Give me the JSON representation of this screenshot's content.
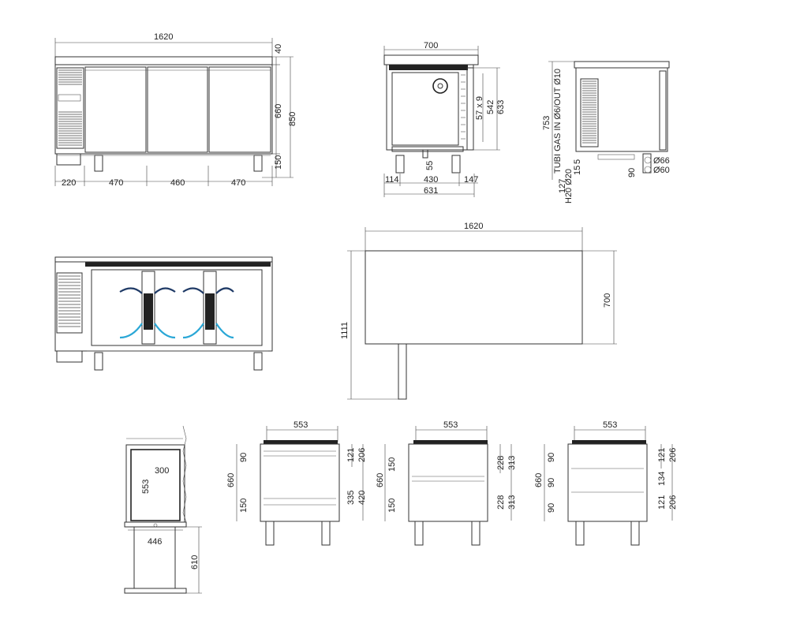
{
  "colors": {
    "line": "#333333",
    "air_warm": "#1f3a66",
    "air_cold": "#2aa7d6"
  },
  "front": {
    "overall_width": "1620",
    "top_h": "40",
    "body_h": "660",
    "total_h": "850",
    "leg_h": "150",
    "seg1": "220",
    "seg2": "470",
    "seg3": "460",
    "seg4": "470"
  },
  "side": {
    "depth": "700",
    "inner_w": "542",
    "inner_h": "633",
    "rail": "57 x 9",
    "base_a": "114",
    "base_b": "430",
    "base_c": "147",
    "base_total": "631",
    "drain": "55"
  },
  "back": {
    "height_label": "753",
    "gas_label": "TUBI GAS IN Ø6/OUT Ø10",
    "water_label": "H20 Ø20",
    "v127": "127",
    "v5": "5",
    "v15": "15",
    "v90": "90",
    "d66": "Ø66",
    "d60": "Ø60"
  },
  "plan": {
    "width": "1620",
    "depth": "700",
    "open_depth": "1111"
  },
  "door": {
    "w300": "300",
    "h553": "553",
    "w446": "446",
    "h610": "610"
  },
  "drawers": [
    {
      "top": "553",
      "left_a": "90",
      "left_b": "150",
      "overall": "660",
      "r1": "121",
      "r2": "206",
      "r3": "335",
      "r4": "420"
    },
    {
      "top": "553",
      "left_a": "150",
      "left_b": "150",
      "overall": "660",
      "r1": "228",
      "r2": "313",
      "r3": "228",
      "r4": "313"
    },
    {
      "top": "553",
      "left_a": "90",
      "left_b": "90",
      "left_c": "90",
      "overall": "660",
      "r1": "121",
      "r2": "206",
      "r3": "134",
      "r4": "121",
      "r5": "206"
    }
  ]
}
